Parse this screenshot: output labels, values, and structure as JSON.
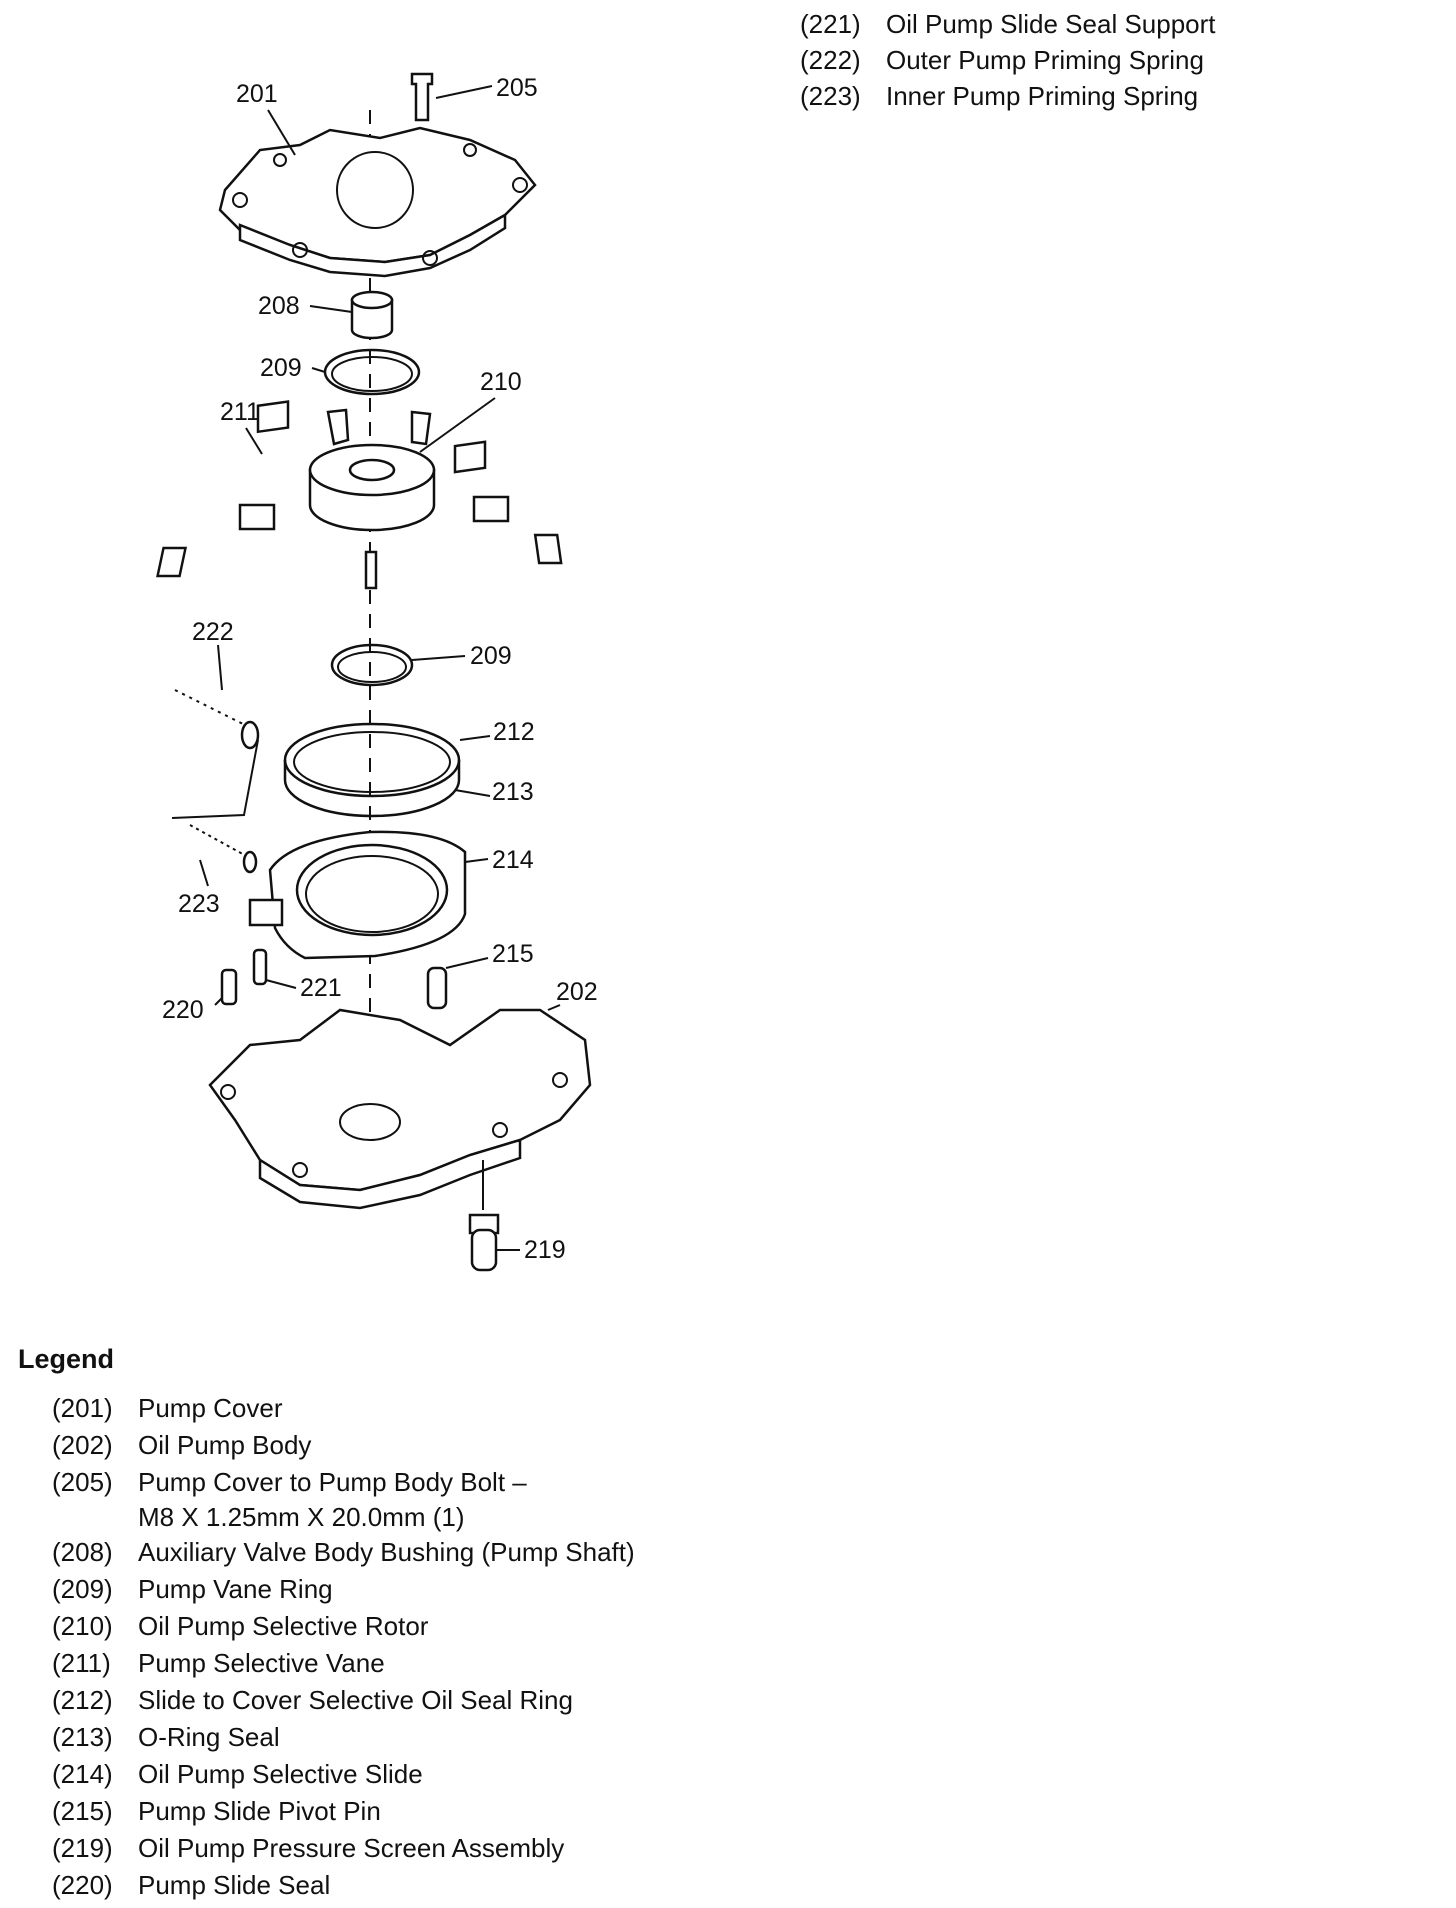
{
  "diagram": {
    "callouts": {
      "c201": "201",
      "c205": "205",
      "c208": "208",
      "c209a": "209",
      "c210": "210",
      "c211": "211",
      "c222": "222",
      "c209b": "209",
      "c212": "212",
      "c213": "213",
      "c214": "214",
      "c223": "223",
      "c215": "215",
      "c221": "221",
      "c202": "202",
      "c220": "220",
      "c219": "219"
    }
  },
  "legend": {
    "title": "Legend",
    "items": [
      {
        "num": "(201)",
        "label": "Pump Cover"
      },
      {
        "num": "(202)",
        "label": "Oil Pump Body"
      },
      {
        "num": "(205)",
        "label": "Pump Cover to Pump Body Bolt –",
        "sub": "M8 X 1.25mm X 20.0mm (1)"
      },
      {
        "num": "(208)",
        "label": "Auxiliary Valve Body Bushing (Pump Shaft)"
      },
      {
        "num": "(209)",
        "label": "Pump Vane Ring"
      },
      {
        "num": "(210)",
        "label": "Oil Pump Selective Rotor"
      },
      {
        "num": "(211)",
        "label": "Pump Selective Vane"
      },
      {
        "num": "(212)",
        "label": "Slide to Cover Selective Oil Seal Ring"
      },
      {
        "num": "(213)",
        "label": "O-Ring Seal"
      },
      {
        "num": "(214)",
        "label": "Oil Pump Selective Slide"
      },
      {
        "num": "(215)",
        "label": "Pump Slide Pivot Pin"
      },
      {
        "num": "(219)",
        "label": "Oil Pump Pressure Screen Assembly"
      },
      {
        "num": "(220)",
        "label": "Pump Slide Seal"
      }
    ]
  },
  "legend_continued": {
    "items": [
      {
        "num": "(221)",
        "label": "Oil Pump Slide Seal Support"
      },
      {
        "num": "(222)",
        "label": "Outer Pump Priming Spring"
      },
      {
        "num": "(223)",
        "label": "Inner Pump Priming Spring"
      }
    ]
  }
}
